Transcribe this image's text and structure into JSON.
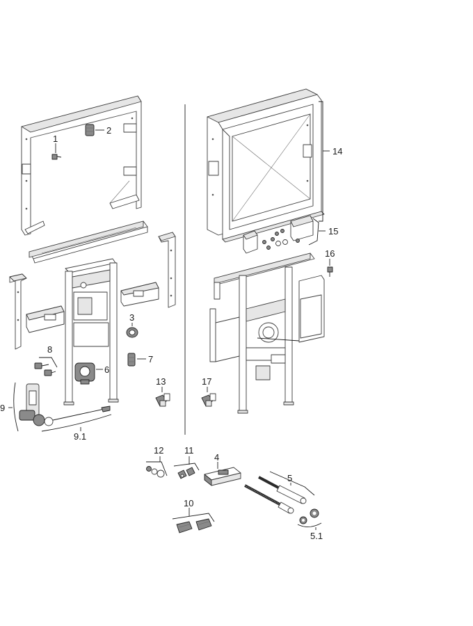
{
  "labels": {
    "p1": "1",
    "p2": "2",
    "p3": "3",
    "p4": "4",
    "p5": "5",
    "p5_1": "5.1",
    "p6": "6",
    "p7": "7",
    "p8": "8",
    "p9": "9",
    "p9_1": "9.1",
    "p10": "10",
    "p11": "11",
    "p12": "12",
    "p13": "13",
    "p14": "14",
    "p15": "15",
    "p16": "16",
    "p17": "17"
  },
  "colors": {
    "line": "#1a1a1a",
    "part_fill": "#ffffff",
    "shade": "#e6e6e6",
    "dark": "#8a8a8a"
  }
}
